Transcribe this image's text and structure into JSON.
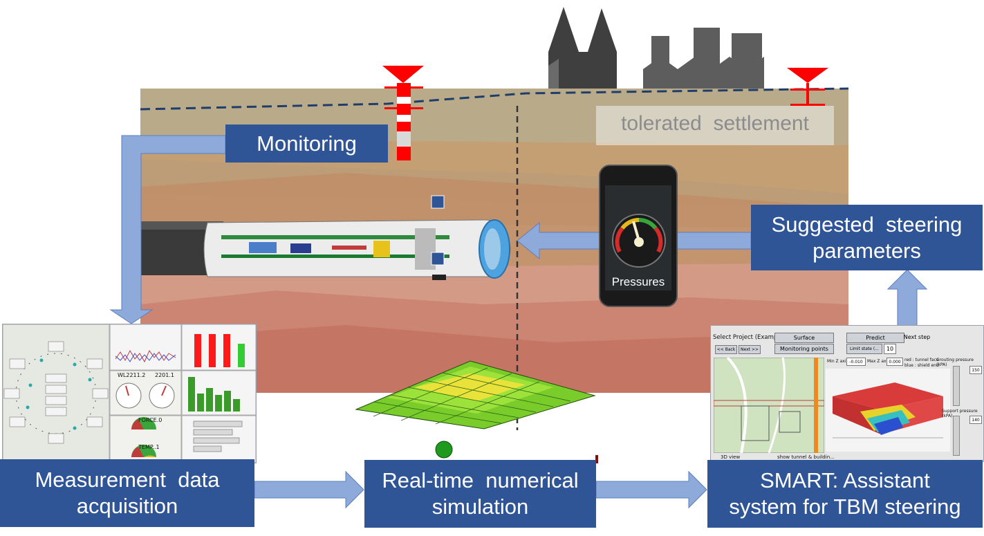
{
  "labels": {
    "monitoring": "Monitoring",
    "tolerated": "tolerated  settlement",
    "pressures": "Pressures",
    "suggested_line1": "Suggested  steering",
    "suggested_line2": "parameters",
    "mda_line1": "Measurement  data",
    "mda_line2": "acquisition",
    "rtns_line1": "Real-time  numerical",
    "rtns_line2": "simulation",
    "smart_line1": "SMART: Assistant",
    "smart_line2": "system for TBM steering"
  },
  "smart_ui": {
    "select_project": "Select Project (Example)",
    "surface": "Surface",
    "predict": "Predict",
    "next_step": "Next step",
    "monitoring_points": "Monitoring points",
    "limit_state": "Limit state (...",
    "limit_value": "10",
    "back": "<< Back",
    "next": "Next >>",
    "view3d": "3D view",
    "show_tunnel": "show tunnel & buildin...",
    "min_z": "Min Z axis",
    "min_z_val": "-0.010",
    "max_z": "Max Z axis",
    "max_z_val": "0.000",
    "legend_red": "red : tunnel face",
    "legend_blue": "blue : shield end",
    "grouting": "Grouting pressure (kPA)",
    "grouting_val": "150",
    "support": "Support pressure (kPA)",
    "support_val": "140"
  },
  "mda_ui": {
    "gauge1": "WL2211.2",
    "gauge2": "2201.1",
    "gauge3": "FORCE.0",
    "gauge4": "TEMP..1"
  },
  "colors": {
    "box_blue": "#2f5597",
    "arrow_blue": "#8eaadb",
    "marker_red": "#ff0000"
  }
}
